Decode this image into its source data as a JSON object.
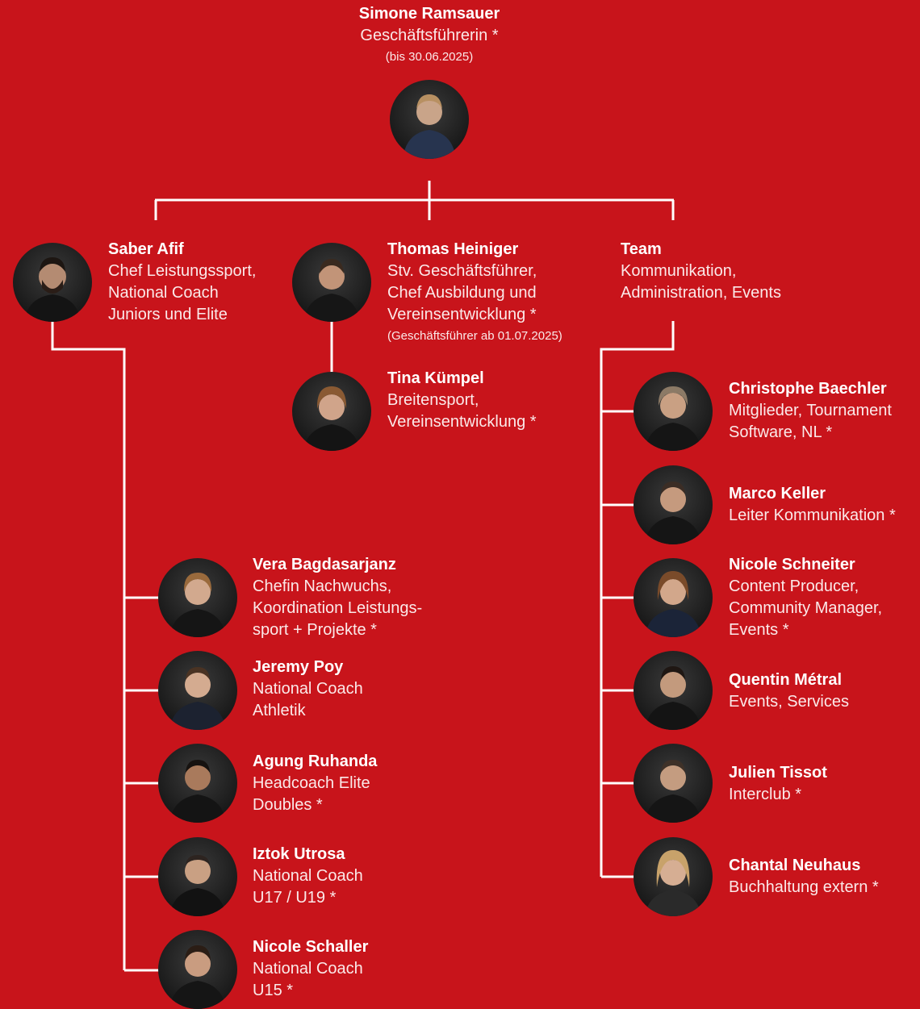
{
  "top": {
    "name": "Simone Ramsauer",
    "role": "Geschäftsführerin *",
    "note": "(bis 30.06.2025)"
  },
  "level2": {
    "left": {
      "name": "Saber Afif",
      "role": "Chef Leistungssport,\nNational Coach\nJuniors und Elite"
    },
    "center": {
      "name": "Thomas Heiniger",
      "role": "Stv. Geschäftsführer,\nChef Ausbildung und\nVereinsentwicklung *",
      "note": "(Geschäftsführer ab 01.07.2025)"
    },
    "right": {
      "name": "Team",
      "role": "Kommunikation,\nAdministration, Events"
    }
  },
  "center_sub": {
    "name": "Tina Kümpel",
    "role": "Breitensport,\nVereinsentwicklung *"
  },
  "left_team": [
    {
      "name": "Vera Bagdasarjanz",
      "role": "Chefin Nachwuchs,\nKoordination Leistungs-\nsport + Projekte *"
    },
    {
      "name": "Jeremy Poy",
      "role": "National Coach\nAthletik"
    },
    {
      "name": "Agung Ruhanda",
      "role": "Headcoach Elite\nDoubles *"
    },
    {
      "name": "Iztok Utrosa",
      "role": "National Coach\nU17 / U19 *"
    },
    {
      "name": "Nicole Schaller",
      "role": "National Coach\nU15 *"
    }
  ],
  "right_team": [
    {
      "name": "Christophe Baechler",
      "role": "Mitglieder, Tournament\nSoftware, NL *"
    },
    {
      "name": "Marco Keller",
      "role": "Leiter Kommunikation *"
    },
    {
      "name": "Nicole Schneiter",
      "role": "Content Producer,\nCommunity Manager,\nEvents *"
    },
    {
      "name": "Quentin Métral",
      "role": "Events, Services"
    },
    {
      "name": "Julien Tissot",
      "role": "Interclub *"
    },
    {
      "name": "Chantal Neuhaus",
      "role": "Buchhaltung extern *"
    }
  ],
  "colors": {
    "background": "#c8141b",
    "line": "#ffffff",
    "text": "#ffffff"
  }
}
